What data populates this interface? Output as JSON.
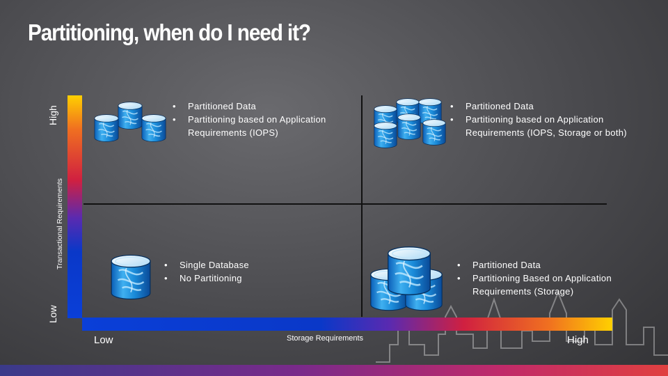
{
  "title": "Partitioning, when do I need it?",
  "axes": {
    "y_high": "High",
    "y_low": "Low",
    "y_label": "Transactional Requirements",
    "x_low": "Low",
    "x_high": "High",
    "x_label": "Storage Requirements"
  },
  "quadrants": {
    "top_left": [
      "Partitioned Data",
      "Partitioning based on Application Requirements (IOPS)"
    ],
    "top_right": [
      "Partitioned Data",
      "Partitioning based on Application Requirements (IOPS, Storage or both)"
    ],
    "bottom_left": [
      "Single Database",
      "No Partitioning"
    ],
    "bottom_right": [
      "Partitioned Data",
      "Partitioning Based on Application Requirements (Storage)"
    ]
  },
  "icons": {
    "database": "database-icon",
    "db_small_count_tl": 3,
    "db_small_count_tr": 6
  },
  "colors": {
    "axis_low": "#0a3fd8",
    "axis_mid": "#d02040",
    "axis_high": "#ffd000",
    "background": "#4a4a4e",
    "db_body": "#1a8ad8"
  }
}
